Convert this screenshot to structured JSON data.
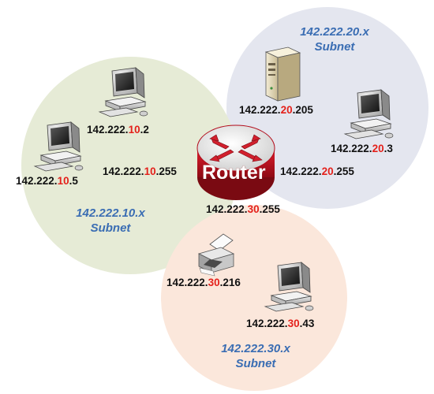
{
  "router": {
    "label": "Router"
  },
  "colors": {
    "subnet10_fill": "#e6ebd6",
    "subnet20_fill": "#e4e6ef",
    "subnet30_fill": "#fbe7db",
    "subnet_label": "#3a6db3",
    "octet_highlight": "#e4211b",
    "router_red": "#c8102e"
  },
  "subnets": [
    {
      "id": "10",
      "title": "142.222.10.x",
      "caption": "Subnet"
    },
    {
      "id": "20",
      "title": "142.222.20.x",
      "caption": "Subnet"
    },
    {
      "id": "30",
      "title": "142.222.30.x",
      "caption": "Subnet"
    }
  ],
  "addresses": {
    "pc_10_2": {
      "prefix": "142.222.",
      "octet": "10",
      "host": ".2",
      "device": "desktop-computer-icon"
    },
    "pc_10_5": {
      "prefix": "142.222.",
      "octet": "10",
      "host": ".5",
      "device": "desktop-computer-icon"
    },
    "router_10": {
      "prefix": "142.222.",
      "octet": "10",
      "host": ".255",
      "device": "router-icon"
    },
    "server_20_205": {
      "prefix": "142.222.",
      "octet": "20",
      "host": ".205",
      "device": "server-tower-icon"
    },
    "pc_20_3": {
      "prefix": "142.222.",
      "octet": "20",
      "host": ".3",
      "device": "desktop-computer-icon"
    },
    "router_20": {
      "prefix": "142.222.",
      "octet": "20",
      "host": ".255",
      "device": "router-icon"
    },
    "router_30": {
      "prefix": "142.222.",
      "octet": "30",
      "host": ".255",
      "device": "router-icon"
    },
    "printer_30_216": {
      "prefix": "142.222.",
      "octet": "30",
      "host": ".216",
      "device": "printer-icon"
    },
    "pc_30_43": {
      "prefix": "142.222.",
      "octet": "30",
      "host": ".43",
      "device": "desktop-computer-icon"
    }
  }
}
